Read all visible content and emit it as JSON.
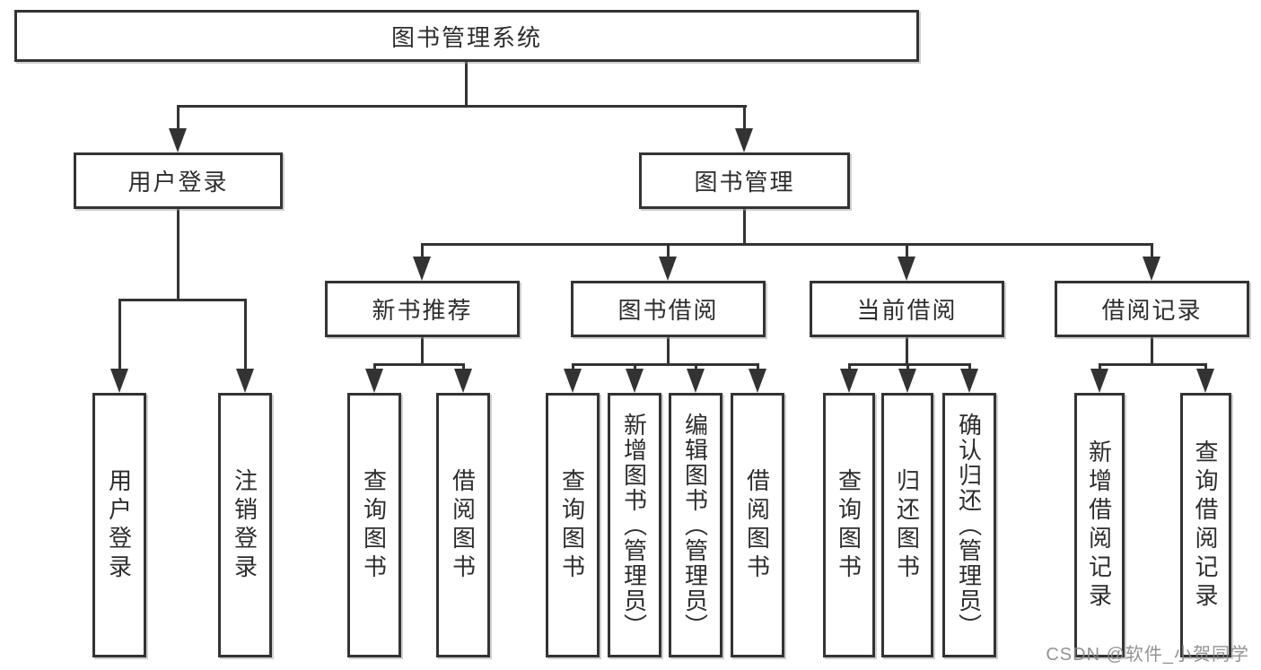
{
  "colors": {
    "line": "#333333",
    "box_border": "#333333",
    "text": "#2d2d2d",
    "watermark": "#878787",
    "background": "#ffffff"
  },
  "watermark": "CSDN @软件_小贺同学",
  "tree": {
    "label": "图书管理系统",
    "children": [
      {
        "label": "用户登录",
        "children": [
          {
            "label": "用户登录"
          },
          {
            "label": "注销登录"
          }
        ]
      },
      {
        "label": "图书管理",
        "children": [
          {
            "label": "新书推荐",
            "children": [
              {
                "label": "查询图书"
              },
              {
                "label": "借阅图书"
              }
            ]
          },
          {
            "label": "图书借阅",
            "children": [
              {
                "label": "查询图书"
              },
              {
                "label": "新增图书（管理员）"
              },
              {
                "label": "编辑图书（管理员）"
              },
              {
                "label": "借阅图书"
              }
            ]
          },
          {
            "label": "当前借阅",
            "children": [
              {
                "label": "查询图书"
              },
              {
                "label": "归还图书"
              },
              {
                "label": "确认归还（管理员）"
              }
            ]
          },
          {
            "label": "借阅记录",
            "children": [
              {
                "label": "新增借阅记录"
              },
              {
                "label": "查询借阅记录"
              }
            ]
          }
        ]
      }
    ]
  }
}
